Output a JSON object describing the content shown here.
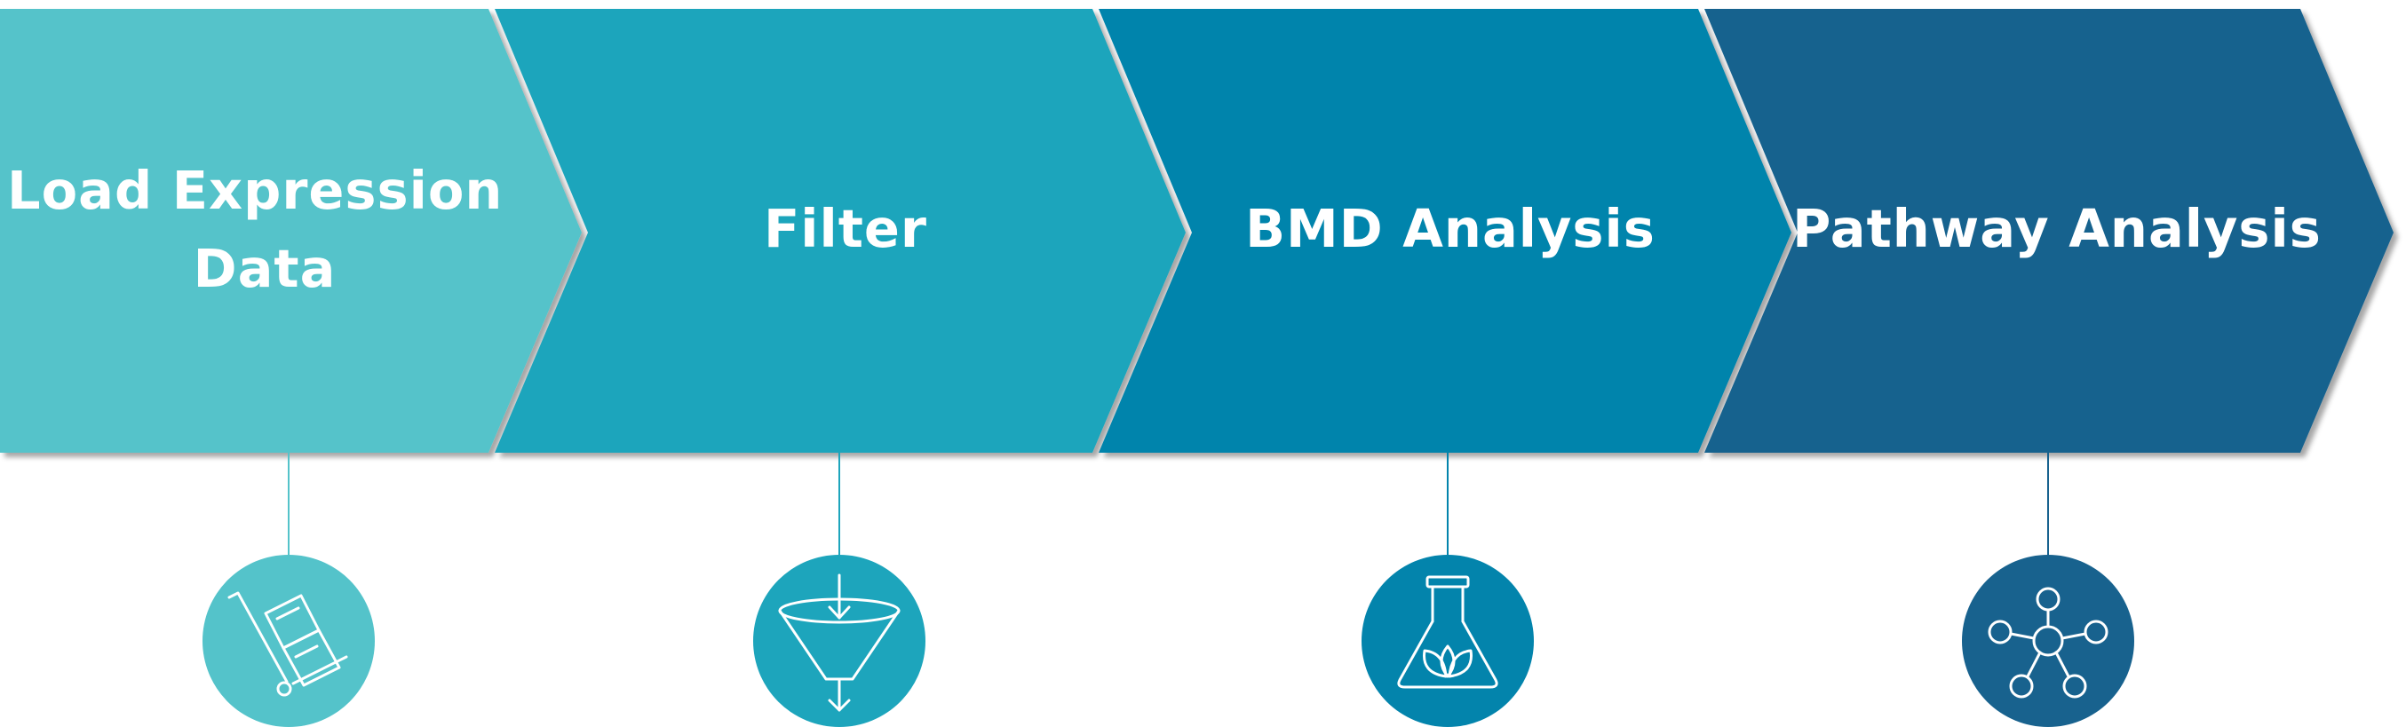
{
  "steps": [
    {
      "label_lines": [
        "Load Expression",
        "Data"
      ],
      "color": "#54C3CA",
      "icon": "hand-truck-icon"
    },
    {
      "label_lines": [
        "Filter"
      ],
      "color": "#1DA5BC",
      "icon": "funnel-icon"
    },
    {
      "label_lines": [
        "BMD Analysis"
      ],
      "color": "#0384AC",
      "icon": "flask-icon"
    },
    {
      "label_lines": [
        "Pathway Analysis"
      ],
      "color": "#18628E",
      "icon": "network-icon"
    }
  ]
}
